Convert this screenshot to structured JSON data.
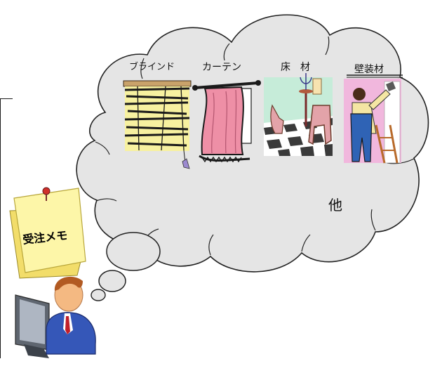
{
  "cloud_labels": {
    "blind": "ブラインド",
    "curtain": "カーテン",
    "floor": "床　材",
    "wall": "壁装材",
    "other": "他"
  },
  "memo": {
    "text": "受注メモ"
  },
  "colors": {
    "cloud_fill": "#e5e5e5",
    "cloud_stroke": "#222222",
    "memo_fill": "#fdf6a8",
    "curtain_pink": "#ee8fa6",
    "floor_mint": "#c6ecd9",
    "wall_pink": "#f1b7dd",
    "worker_blue": "#2f63b5",
    "person_suit": "#3557b8"
  },
  "icons": {
    "blind": "window-blind-icon",
    "curtain": "curtain-icon",
    "floor": "room-floor-icon",
    "wall": "wallpaper-worker-icon",
    "memo": "sticky-note-icon",
    "person": "person-at-computer-icon"
  }
}
